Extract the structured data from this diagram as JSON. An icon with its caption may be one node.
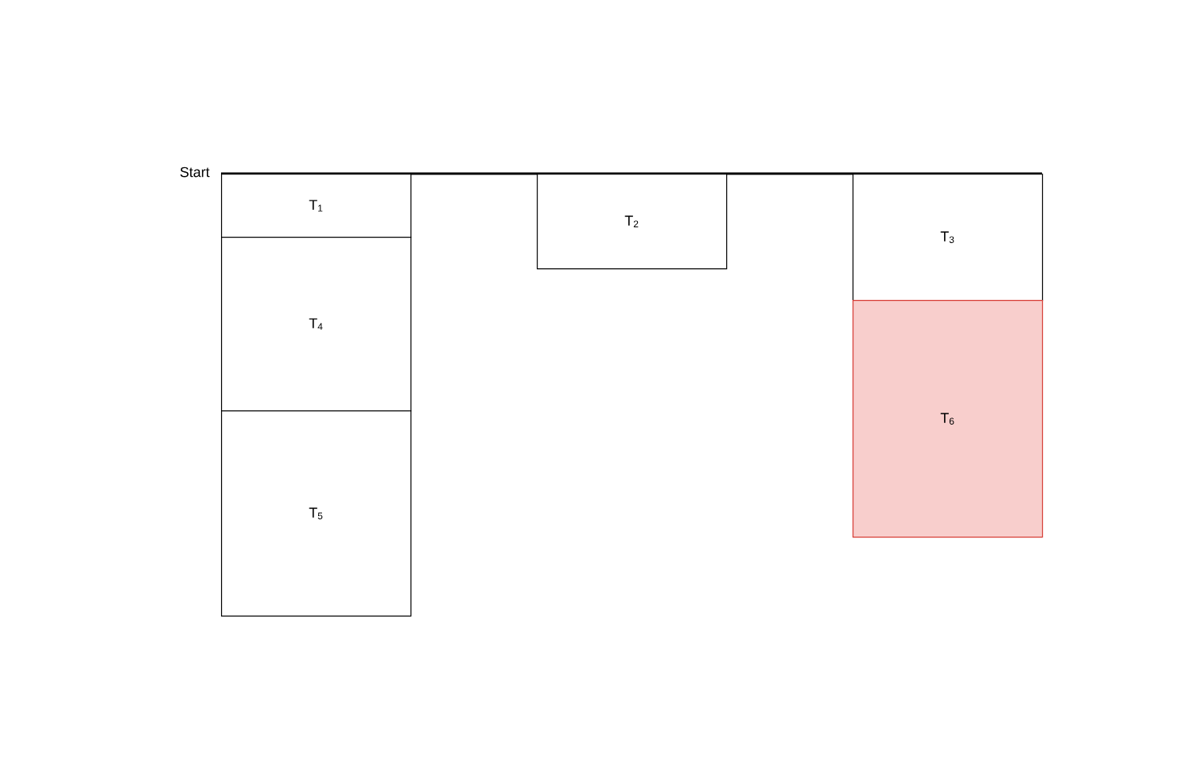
{
  "diagram": {
    "nodes": [
      {
        "text": [
          "T$_{1}$"
        ]
      },
      {
        "text": [
          "T$_{2}$"
        ]
      },
      {
        "text": [
          "T$_{3}$"
        ]
      },
      {
        "text": [
          "T$_{4}$"
        ]
      },
      {
        "text": [
          "T$_{5}$"
        ]
      },
      {
        "text": [
          "T$_{6}$"
        ]
      }
    ],
    "labels": [
      "Start"
    ]
  }
}
